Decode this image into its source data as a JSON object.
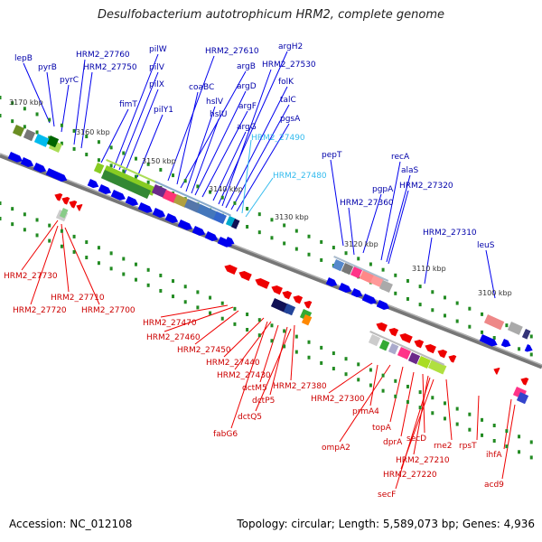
{
  "title": "Desulfobacterium autotrophicum HRM2, complete genome",
  "footer": {
    "accession": "Accession: NC_012108",
    "summary": "Topology: circular; Length: 5,589,073 bp; Genes: 4,936"
  },
  "colors": {
    "forward_gene": "#0000ee",
    "reverse_gene": "#ee0000",
    "forward_label": "#0000aa",
    "reverse_label": "#cc0000",
    "rna_label": "#33bbee",
    "backbone": "#888888",
    "tick_dot": "#228b22"
  },
  "scale_labels": [
    "3170 kbp",
    "3160 kbp",
    "3150 kbp",
    "3140 kbp",
    "3130 kbp",
    "3120 kbp",
    "3110 kbp",
    "3100 kbp"
  ],
  "forward_labels": [
    "lepB",
    "pyrB",
    "pyrC",
    "HRM2_27760",
    "HRM2_27750",
    "fimT",
    "pilW",
    "pilV",
    "pilX",
    "pilY1",
    "HRM2_27610",
    "coaBC",
    "argB",
    "hslV",
    "hslU",
    "argD",
    "argF",
    "argG",
    "argH2",
    "HRM2_27530",
    "folK",
    "talC",
    "pgsA",
    "HRM2_27490",
    "HRM2_27480",
    "pepT",
    "recA",
    "alaS",
    "pgpA",
    "HRM2_27360",
    "HRM2_27320",
    "HRM2_27310",
    "leuS"
  ],
  "reverse_labels": [
    "HRM2_27730",
    "HRM2_27710",
    "HRM2_27720",
    "HRM2_27700",
    "HRM2_27470",
    "HRM2_27460",
    "HRM2_27450",
    "HRM2_27440",
    "HRM2_27430",
    "dctM5",
    "dctP5",
    "dctQ5",
    "fabG6",
    "HRM2_27380",
    "HRM2_27300",
    "prmA4",
    "ompA2",
    "topA",
    "dprA",
    "secD",
    "HRM2_27210",
    "HRM2_27220",
    "secF",
    "rne2",
    "rpsT",
    "ihfA",
    "acd9"
  ]
}
